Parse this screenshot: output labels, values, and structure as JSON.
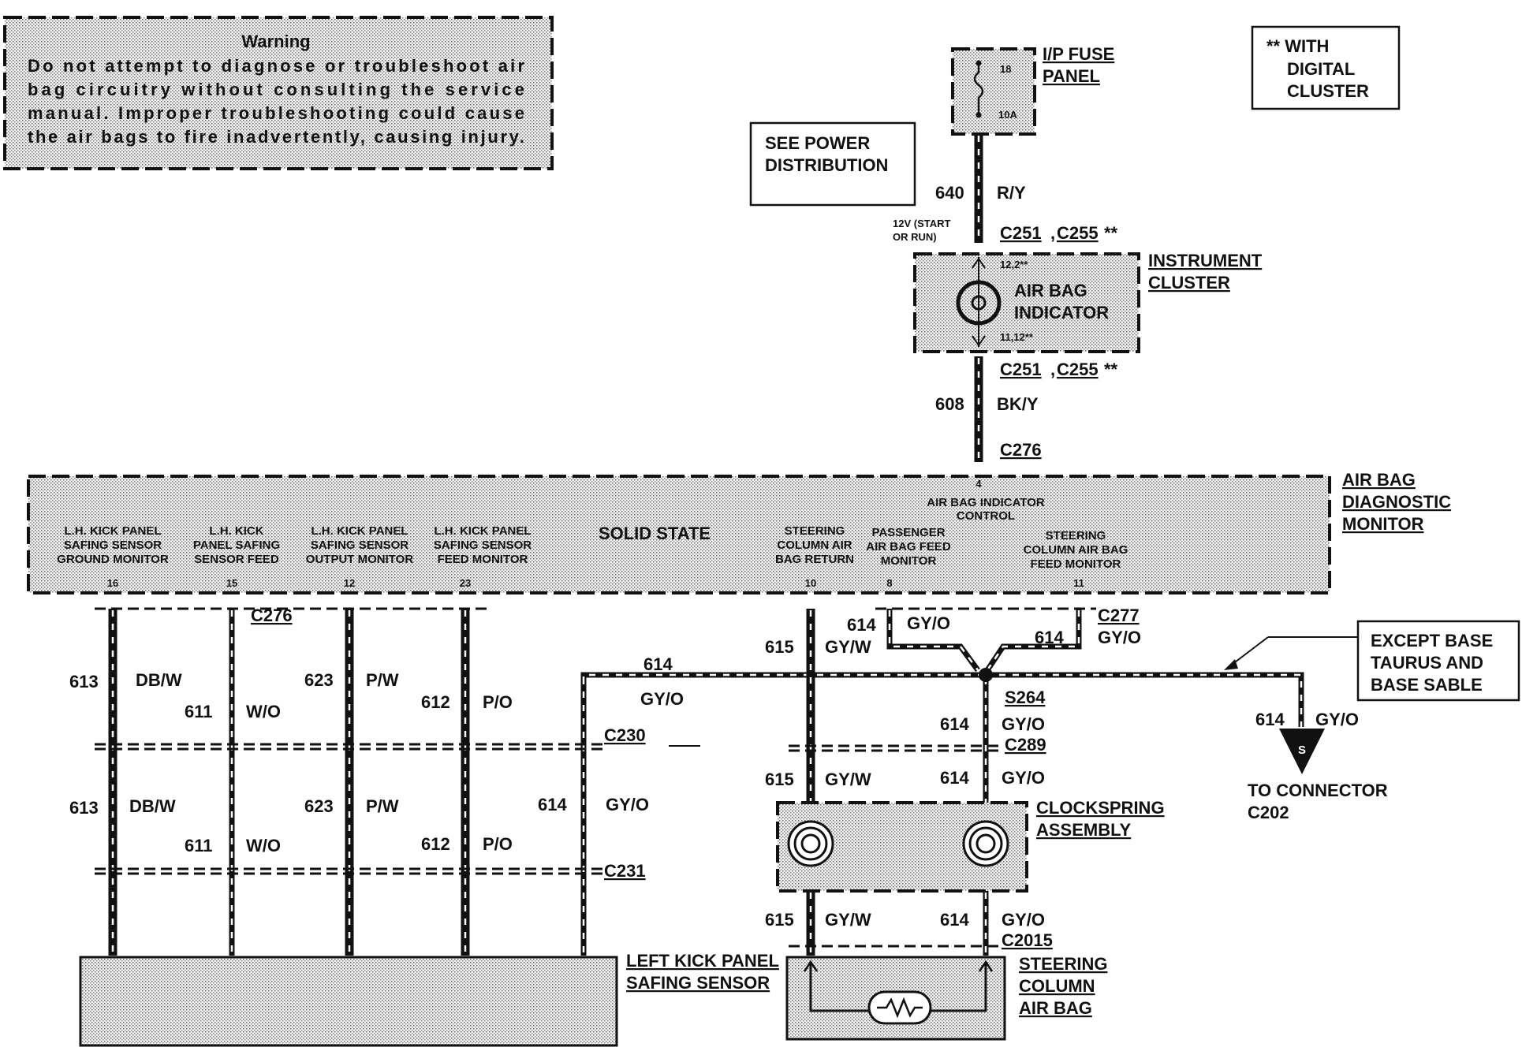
{
  "warning": {
    "title": "Warning",
    "lines": [
      "Do not attempt to diagnose or troubleshoot air",
      "bag circuitry without consulting the service",
      "manual. Improper troubleshooting could cause",
      "the air bags to fire inadvertently, causing injury."
    ]
  },
  "power_note": [
    "SEE POWER",
    "DISTRIBUTION"
  ],
  "digital_note": [
    "** WITH",
    "DIGITAL",
    "CLUSTER"
  ],
  "fuse_panel": {
    "label": [
      "I/P FUSE",
      "PANEL"
    ],
    "fuse_num": "18",
    "rating": "10A"
  },
  "top_wire": {
    "circuit": "640",
    "color": "R/Y",
    "voltage": [
      "12V (START",
      "OR RUN)"
    ]
  },
  "connectors": {
    "c251_top": "C251",
    "c255_top": "C255",
    "c251_bot": "C251",
    "c255_bot": "C255",
    "star": "**",
    "c276_top": "C276",
    "c276_left": "C276",
    "c277": "C277",
    "c230": "C230",
    "c231": "C231",
    "c289": "C289",
    "c2015": "C2015",
    "s264": "S264"
  },
  "cluster": {
    "label": [
      "INSTRUMENT",
      "CLUSTER"
    ],
    "pin_top": "12,2**",
    "pin_bot": "11,12**",
    "indicator": [
      "AIR BAG",
      "INDICATOR"
    ]
  },
  "cluster_wire": {
    "circuit": "608",
    "color": "BK/Y"
  },
  "monitor": {
    "label": [
      "AIR BAG",
      "DIAGNOSTIC",
      "MONITOR"
    ],
    "solid_state": "SOLID STATE",
    "control_pin": "4",
    "control_label": [
      "AIR BAG INDICATOR",
      "CONTROL"
    ],
    "pins": [
      {
        "lines": [
          "L.H. KICK PANEL",
          "SAFING SENSOR",
          "GROUND MONITOR"
        ],
        "num": "16"
      },
      {
        "lines": [
          "L.H. KICK",
          "PANEL SAFING",
          "SENSOR FEED"
        ],
        "num": "15"
      },
      {
        "lines": [
          "L.H. KICK PANEL",
          "SAFING SENSOR",
          "OUTPUT MONITOR"
        ],
        "num": "12"
      },
      {
        "lines": [
          "L.H. KICK PANEL",
          "SAFING SENSOR",
          "FEED MONITOR"
        ],
        "num": "23"
      },
      {
        "lines": [
          "STEERING",
          "COLUMN AIR",
          "BAG RETURN"
        ],
        "num": "10"
      },
      {
        "lines": [
          "PASSENGER",
          "AIR BAG FEED",
          "MONITOR"
        ],
        "num": "8"
      },
      {
        "lines": [
          "STEERING",
          "COLUMN AIR BAG",
          "FEED MONITOR"
        ],
        "num": "11"
      }
    ]
  },
  "wires": {
    "w613a": {
      "circuit": "613",
      "color": "DB/W"
    },
    "w611a": {
      "circuit": "611",
      "color": "W/O"
    },
    "w623a": {
      "circuit": "623",
      "color": "P/W"
    },
    "w612a": {
      "circuit": "612",
      "color": "P/O"
    },
    "w613b": {
      "circuit": "613",
      "color": "DB/W"
    },
    "w611b": {
      "circuit": "611",
      "color": "W/O"
    },
    "w623b": {
      "circuit": "623",
      "color": "P/W"
    },
    "w612b": {
      "circuit": "612",
      "color": "P/O"
    },
    "w614left_top": {
      "circuit": "614",
      "color": "GY/O"
    },
    "w614left_bot": {
      "circuit": "614",
      "color": "GY/O"
    },
    "w615a": {
      "circuit": "615",
      "color": "GY/W"
    },
    "w615b": {
      "circuit": "615",
      "color": "GY/W"
    },
    "w615c": {
      "circuit": "615",
      "color": "GY/W"
    },
    "w614pass": {
      "circuit": "614",
      "color": "GY/O"
    },
    "w614steer": {
      "circuit": "614",
      "color": "GY/O"
    },
    "w614a": {
      "circuit": "614",
      "color": "GY/O"
    },
    "w614b": {
      "circuit": "614",
      "color": "GY/O"
    },
    "w614c": {
      "circuit": "614",
      "color": "GY/O"
    },
    "w614right": {
      "circuit": "614",
      "color": "GY/O"
    }
  },
  "except_note": [
    "EXCEPT BASE",
    "TAURUS AND",
    "BASE SABLE"
  ],
  "to_connector": {
    "symbol": "S",
    "lines": [
      "TO CONNECTOR",
      "C202"
    ]
  },
  "clockspring": [
    "CLOCKSPRING",
    "ASSEMBLY"
  ],
  "safing_sensor": [
    "LEFT KICK PANEL",
    "SAFING SENSOR"
  ],
  "steering_bag": [
    "STEERING",
    "COLUMN",
    "AIR BAG"
  ]
}
